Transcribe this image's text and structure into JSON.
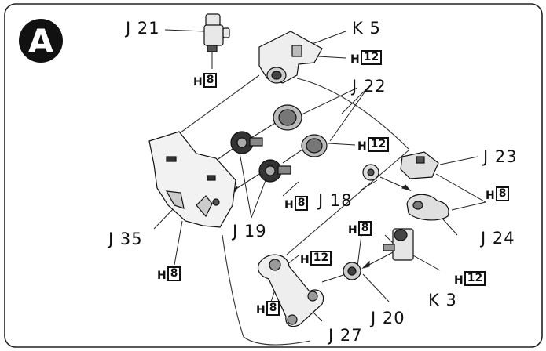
{
  "step_badge": "A",
  "parts": {
    "j21": "J 21",
    "k5": "K 5",
    "j22": "J 22",
    "j23": "J 23",
    "j18": "J 18",
    "j24": "J 24",
    "j35": "J 35",
    "j19": "J 19",
    "k3": "K 3",
    "j20": "J 20",
    "j27": "J 27"
  },
  "paint_codes": {
    "prefix": "H",
    "h8": "8",
    "h12": "12"
  }
}
